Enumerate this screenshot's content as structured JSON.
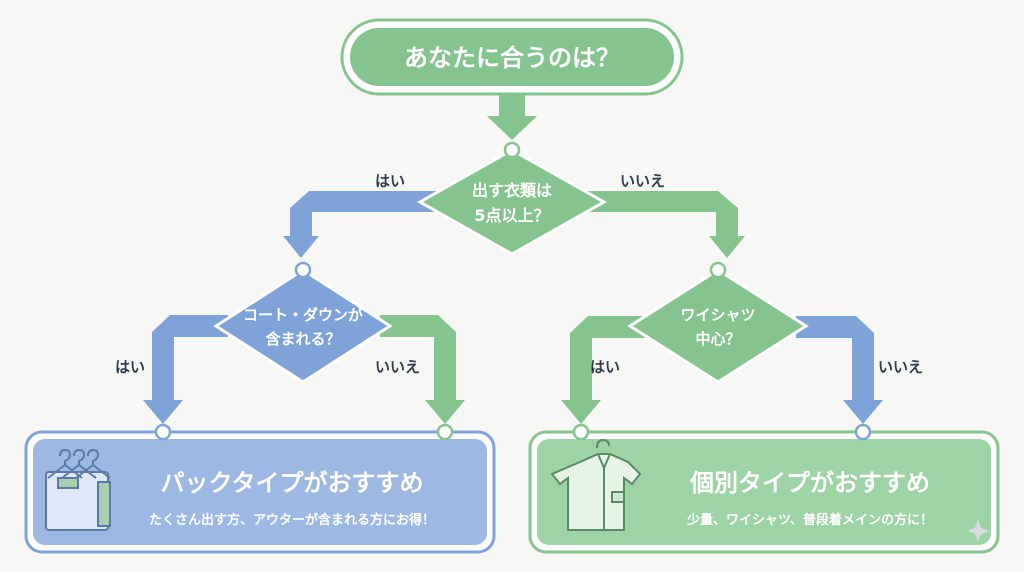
{
  "title": "あなたに合うのは？",
  "q1": {
    "line1": "出す衣類は",
    "line2": "5点以上？"
  },
  "q2": {
    "line1": "コート・ダウンが",
    "line2": "含まれる？"
  },
  "q3": {
    "line1": "ワイシャツ",
    "line2": "中心？"
  },
  "answers": {
    "yes": "はい",
    "no": "いいえ"
  },
  "result_pack": {
    "title": "パックタイプがおすすめ",
    "desc": "たくさん出す方、アウターが含まれる方にお得！",
    "icon": "hangers-icon"
  },
  "result_individual": {
    "title": "個別タイプがおすすめ",
    "desc": "少量、ワイシャツ、普段着メインの方に！",
    "icon": "shirt-icon"
  },
  "colors": {
    "green": "#86c48f",
    "blue": "#7fa3d9",
    "greenLight": "#dcefdd",
    "blueLight": "#cdd9f0"
  }
}
